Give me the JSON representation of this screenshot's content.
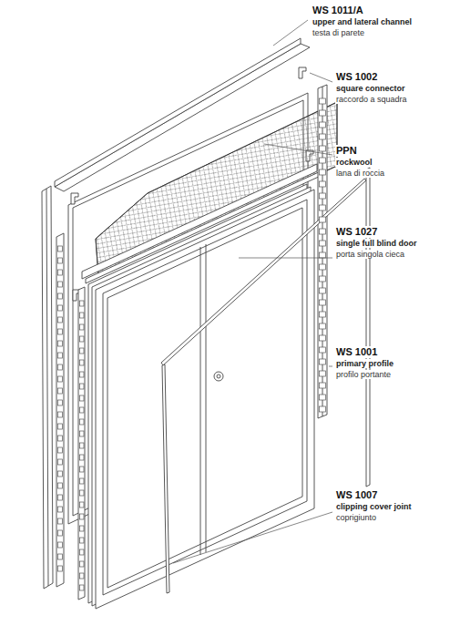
{
  "diagram": {
    "labels": [
      "WS 1011/A",
      "upper and lateral channel",
      "testa di parete",
      "WS 1002",
      "square connector",
      "raccordo a squadra",
      "PPN",
      "rockwool",
      "lana di roccia",
      "WS 1027",
      "single full blind door",
      "porta singola cieca",
      "WS 1001",
      "primary profile",
      "profilo portante",
      "WS 1007",
      "clipping cover joint",
      "coprigiunto"
    ]
  }
}
